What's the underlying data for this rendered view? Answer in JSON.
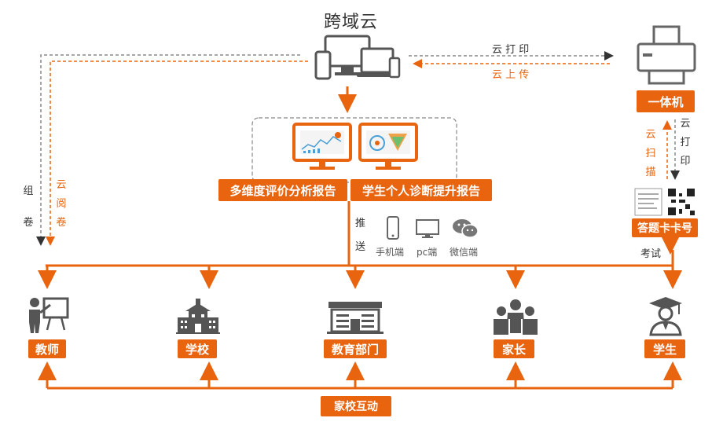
{
  "header": {
    "title": "跨域云"
  },
  "printer": {
    "label": "一体机",
    "cloud_print_top": "云 打 印",
    "cloud_upload": "云 上 传",
    "cloud_scan": [
      "云",
      "扫",
      "描"
    ],
    "cloud_print_side": [
      "云",
      "打",
      "印"
    ]
  },
  "left_flow": {
    "compose": [
      "组",
      "卷"
    ],
    "cloud_review": [
      "云",
      "阅",
      "卷"
    ]
  },
  "reports": {
    "multi_dim": "多维度评价分析报告",
    "student_diag": "学生个人诊断提升报告"
  },
  "push": {
    "label": [
      "推",
      "送"
    ],
    "channels": [
      {
        "label": "手机端",
        "icon": "phone-icon"
      },
      {
        "label": "pc端",
        "icon": "monitor-icon"
      },
      {
        "label": "微信端",
        "icon": "wechat-icon"
      }
    ]
  },
  "answer_card": {
    "label": "答题卡卡号",
    "exam": "考试"
  },
  "roles": [
    {
      "label": "教师",
      "icon": "teacher-icon"
    },
    {
      "label": "学校",
      "icon": "school-icon"
    },
    {
      "label": "教育部门",
      "icon": "education-department-icon"
    },
    {
      "label": "家长",
      "icon": "parents-icon"
    },
    {
      "label": "学生",
      "icon": "graduate-student-icon"
    }
  ],
  "interaction": {
    "label": "家校互动"
  },
  "colors": {
    "accent": "#e8640f",
    "icon_gray": "#555555",
    "dash_gray": "#888888"
  }
}
